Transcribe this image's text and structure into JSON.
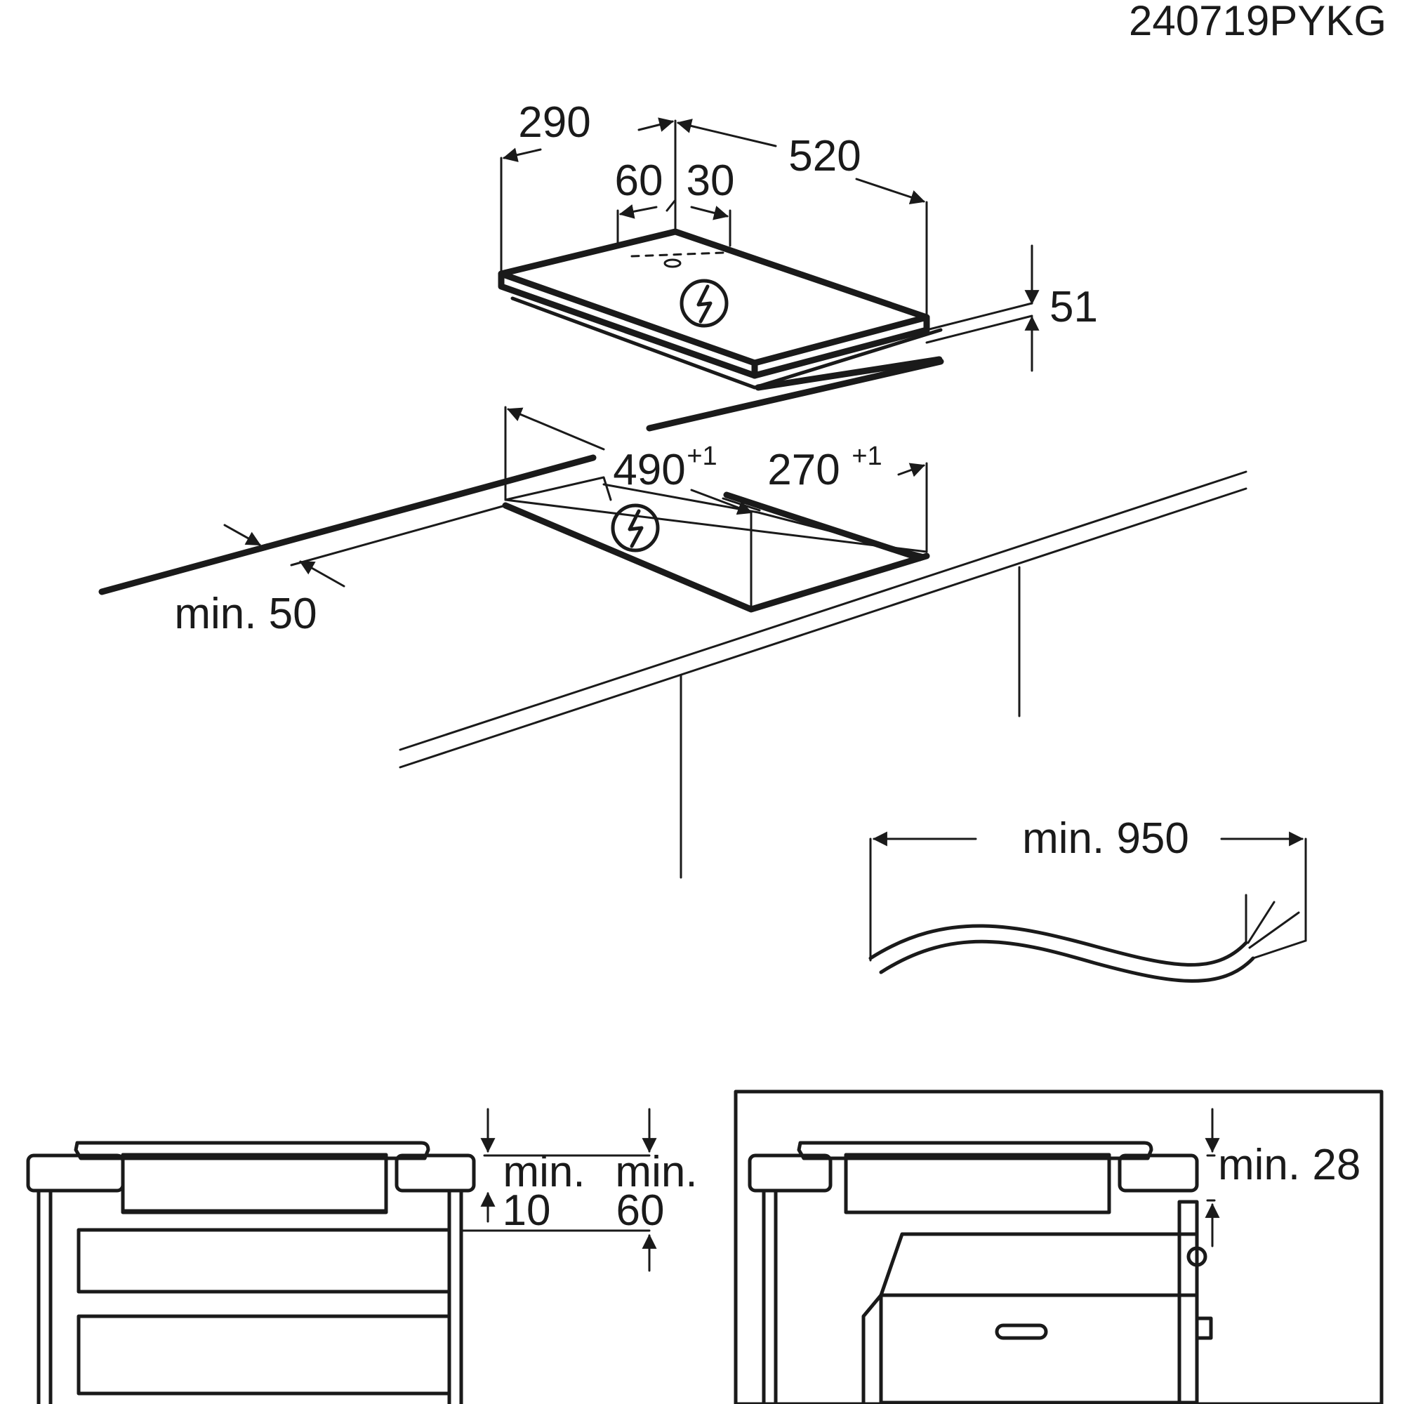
{
  "doc_code": "240719PYKG",
  "dimensions": {
    "hob_depth_left": "290",
    "hob_width": "520",
    "conn_offset_left": "60",
    "conn_offset_right": "30",
    "hob_height": "51",
    "cutout_width": "490",
    "cutout_width_tol": "+1",
    "cutout_depth": "270",
    "cutout_depth_tol": "+1",
    "min_wall_distance": "min. 50",
    "min_cable_length": "min. 950"
  },
  "detail_left": {
    "gap_label_1": "min.",
    "gap_value_1": "10",
    "gap_label_2": "min.",
    "gap_value_2": "60"
  },
  "detail_right": {
    "gap_label": "min. 28"
  },
  "icons": [
    "electrical-connection-icon",
    "electrical-connection-icon"
  ]
}
